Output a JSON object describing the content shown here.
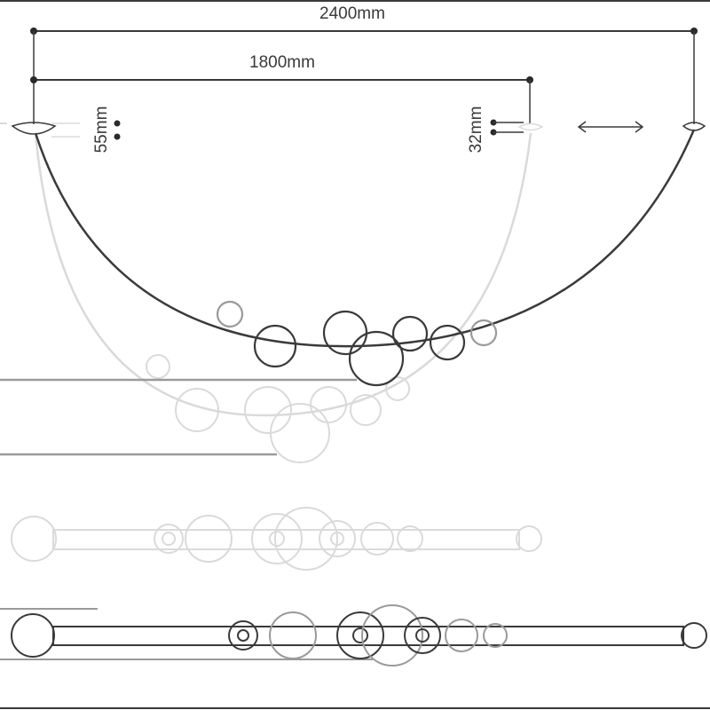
{
  "dimensions": {
    "overall_width": "2400mm",
    "inner_width": "1800mm",
    "canopy_height_a": "55mm",
    "canopy_height_b": "32mm"
  },
  "icons": {
    "adjust_arrow": "double-headed-arrow-icon"
  },
  "colors": {
    "line_dark": "#3a3a3a",
    "line_ghost": "#cfcfcf",
    "background": "#ffffff"
  }
}
